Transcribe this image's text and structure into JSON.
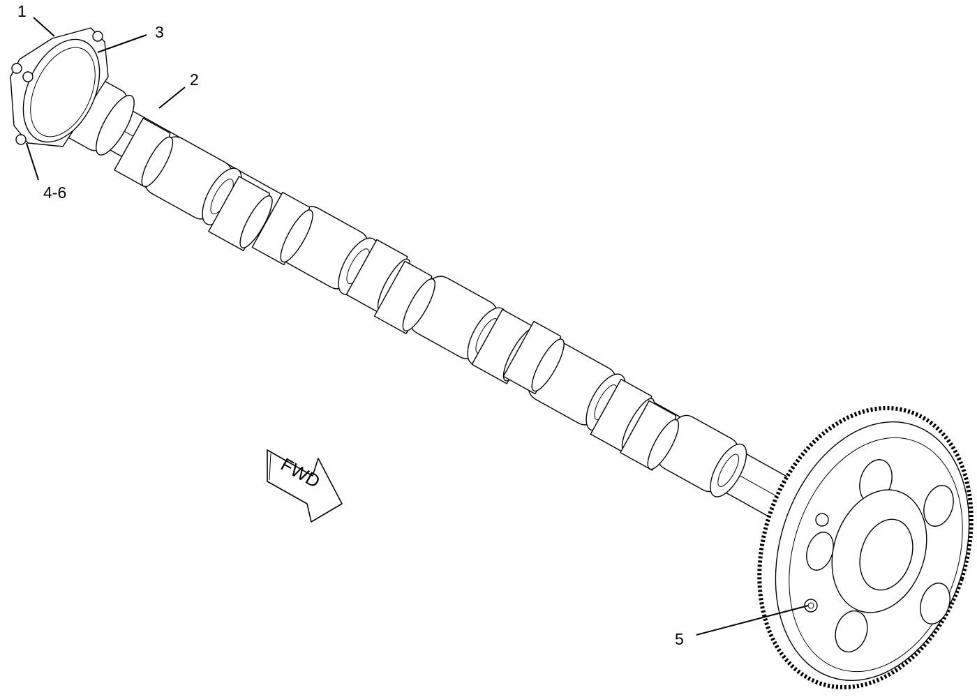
{
  "callouts": [
    {
      "id": "1",
      "label": "1"
    },
    {
      "id": "3",
      "label": "3"
    },
    {
      "id": "2",
      "label": "2"
    },
    {
      "id": "4-6",
      "label": "4-6"
    },
    {
      "id": "5",
      "label": "5"
    }
  ],
  "direction_arrow": {
    "label": "FWD"
  }
}
